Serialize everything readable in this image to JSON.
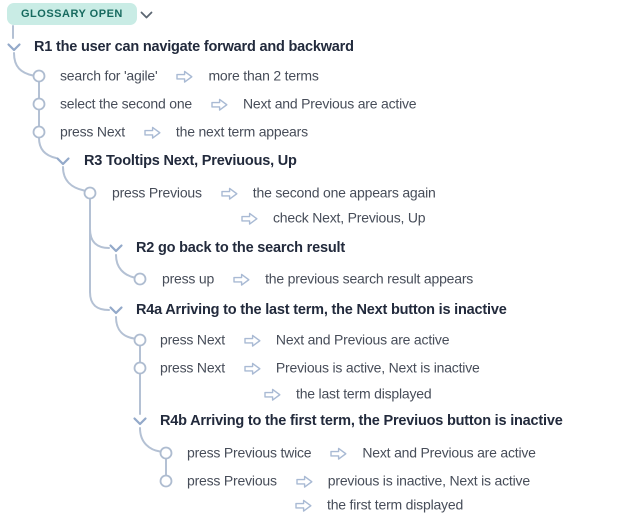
{
  "colors": {
    "badge_bg": "#c9ece5",
    "badge_text": "#176a5f",
    "line": "#b4c1d4",
    "node_stroke": "#aebcd0",
    "chevron": "#93a9c9",
    "arrow_stroke": "#a9bad4",
    "heading_text": "#222a3c",
    "body_text": "#474d59",
    "badge_chevron": "#5c6672"
  },
  "badge": {
    "label": "GLOSSARY OPEN"
  },
  "tree": {
    "rows": [
      {
        "type": "heading",
        "label": "R1 the user can navigate forward and backward"
      },
      {
        "type": "step",
        "label": "search for 'agile'",
        "result": "more than 2 terms"
      },
      {
        "type": "step",
        "label": "select the second one",
        "result": "Next and Previous are active"
      },
      {
        "type": "step",
        "label": "press Next",
        "result": "the next term appears"
      },
      {
        "type": "heading",
        "label": "R3 Tooltips Next, Previuous, Up"
      },
      {
        "type": "step",
        "label": "press Previous",
        "result": "the second one appears again"
      },
      {
        "type": "result",
        "result": "check Next, Previous, Up"
      },
      {
        "type": "heading",
        "label": "R2 go back to the search result"
      },
      {
        "type": "step",
        "label": "press up",
        "result": "the previous search result appears"
      },
      {
        "type": "heading",
        "label": "R4a Arriving to the last term, the Next button is inactive"
      },
      {
        "type": "step",
        "label": "press Next",
        "result": "Next and Previous are active"
      },
      {
        "type": "step",
        "label": "press Next",
        "result": "Previous is active, Next is inactive"
      },
      {
        "type": "result",
        "result": "the last term displayed"
      },
      {
        "type": "heading",
        "label": "R4b Arriving to the first term, the Previuos button is inactive"
      },
      {
        "type": "step",
        "label": "press Previous twice",
        "result": "Next and Previous are active"
      },
      {
        "type": "step",
        "label": "press Previous",
        "result": "previous is inactive, Next is active"
      },
      {
        "type": "result",
        "result": "the first term displayed"
      }
    ]
  }
}
